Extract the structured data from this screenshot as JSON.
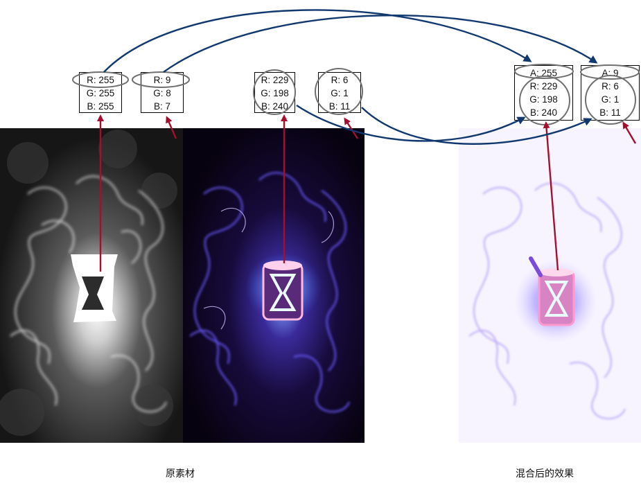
{
  "boxes": {
    "gray_white": [
      "R: 255",
      "G: 255",
      "B: 255"
    ],
    "gray_dark": [
      "R: 9",
      "G: 8",
      "B: 7"
    ],
    "color_center": [
      "R: 229",
      "G: 198",
      "B: 240"
    ],
    "color_dark": [
      "R: 6",
      "G: 1",
      "B: 11"
    ],
    "blend_center": [
      "A: 255",
      "R: 229",
      "G: 198",
      "B: 240"
    ],
    "blend_dark": [
      "A: 9",
      "R: 6",
      "G: 1",
      "B: 11"
    ]
  },
  "captions": {
    "source": "原素材",
    "result": "混合后的效果"
  },
  "colors": {
    "arrow_red": "#a50f2d",
    "arrow_blue": "#12396f",
    "ellipse_gray": "#6f6f6f"
  }
}
